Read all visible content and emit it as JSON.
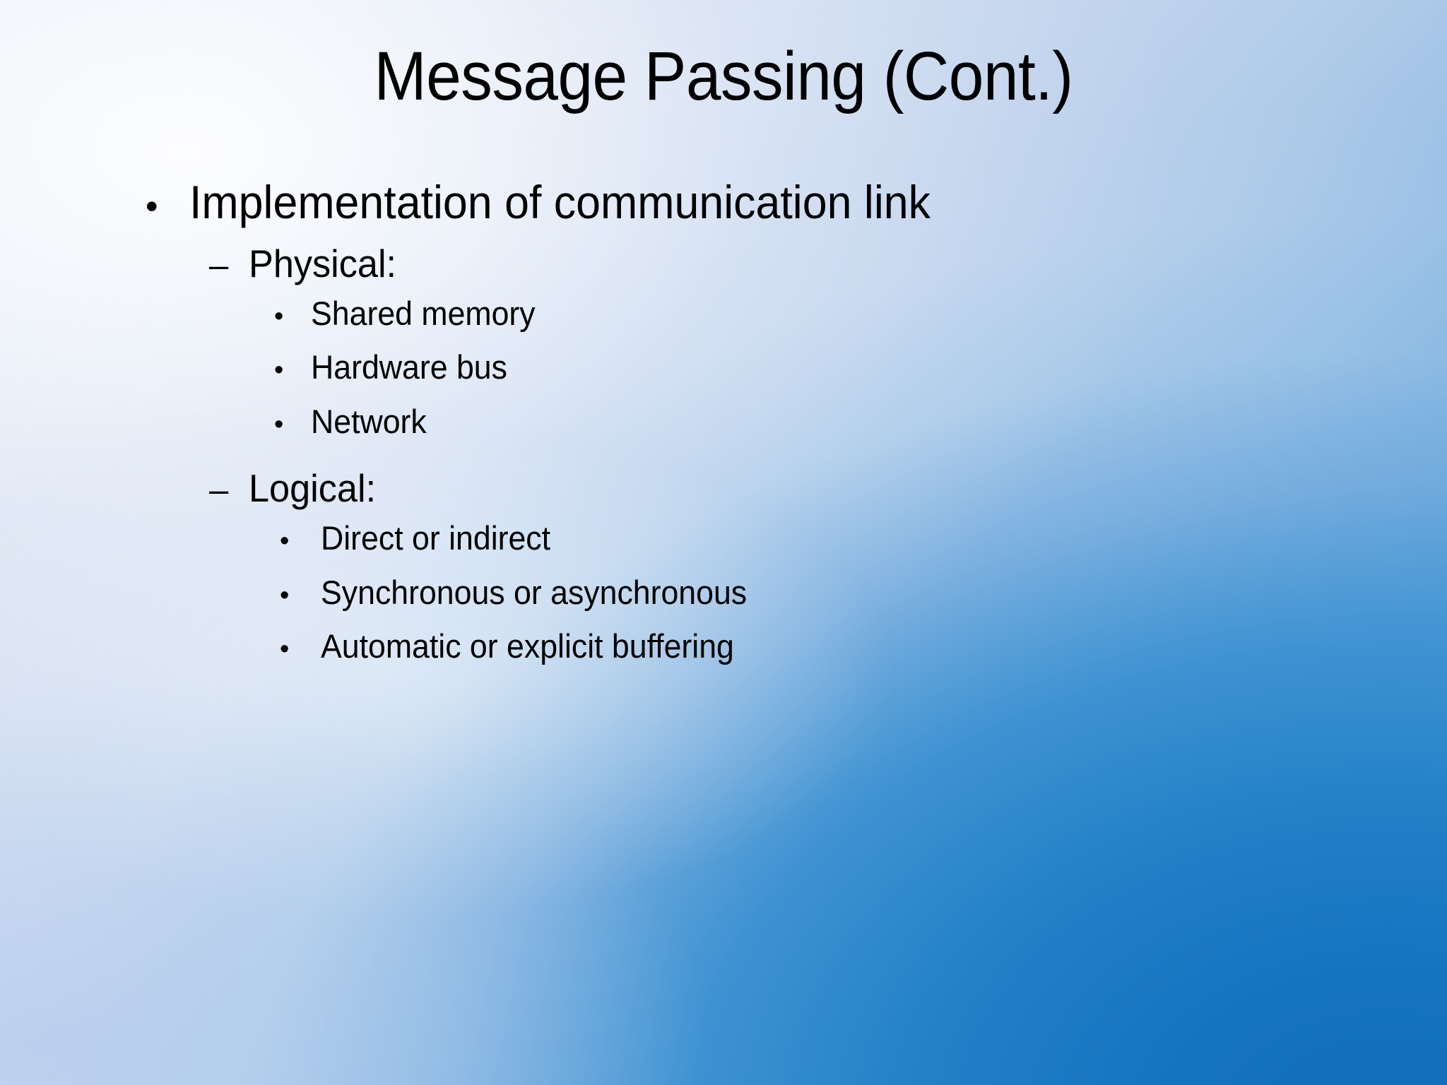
{
  "slide": {
    "title": "Message Passing (Cont.)",
    "background": {
      "top_left_color": "#e6eaf4",
      "top_right_color": "#c3d2ee",
      "bottom_left_color": "#bfd0ee",
      "bottom_right_color": "#1873bf",
      "accent_color": "#2280c7"
    },
    "text_color": "#000000",
    "bullet_markers": {
      "level1": "•",
      "level2": "–",
      "level3": "•"
    },
    "outline": [
      {
        "level": 1,
        "text": "Implementation of communication link",
        "marker": "•"
      },
      {
        "level": 2,
        "text": "Physical:",
        "marker": "–"
      },
      {
        "level": 3,
        "text": "Shared memory",
        "marker": "•"
      },
      {
        "level": 3,
        "text": "Hardware bus",
        "marker": "•"
      },
      {
        "level": 3,
        "text": "Network",
        "marker": "•"
      },
      {
        "level": 2,
        "text": "Logical:",
        "marker": "–"
      },
      {
        "level": 3,
        "text": "Direct or indirect",
        "marker": "•"
      },
      {
        "level": 3,
        "text": "Synchronous or asynchronous",
        "marker": "•"
      },
      {
        "level": 3,
        "text": "Automatic or explicit buffering",
        "marker": "•"
      }
    ]
  }
}
